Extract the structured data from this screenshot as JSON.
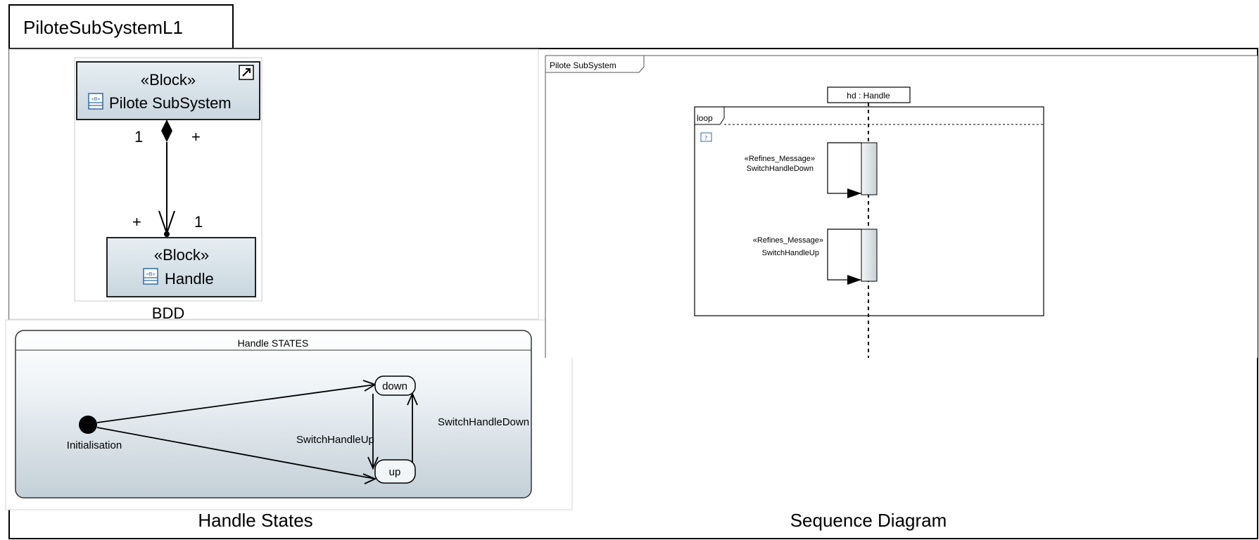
{
  "package": {
    "title": "PiloteSubSystemL1"
  },
  "bdd": {
    "caption": "BDD",
    "whole_block": {
      "stereotype": "«Block»",
      "name": "Pilote SubSystem",
      "icon": "block-icon"
    },
    "part_block": {
      "stereotype": "«Block»",
      "name": "Handle",
      "icon": "block-icon"
    },
    "association": {
      "top_multiplicity": "1",
      "top_visibility": "+",
      "bottom_visibility": "+",
      "bottom_multiplicity": "1"
    }
  },
  "state_machine": {
    "caption": "Handle States",
    "title": "Handle STATES",
    "initial_label": "Initialisation",
    "states": [
      "down",
      "up"
    ],
    "transitions": [
      "SwitchHandleUp",
      "SwitchHandleDown"
    ]
  },
  "sequence": {
    "caption": "Sequence Diagram",
    "frame_title": "Pilote SubSystem",
    "lifeline": "hd : Handle",
    "fragment": "loop",
    "messages": [
      {
        "stereotype": "«Refines_Message»",
        "name": "SwitchHandleDown"
      },
      {
        "stereotype": "«Refines_Message»",
        "name": "SwitchHandleUp"
      }
    ]
  }
}
